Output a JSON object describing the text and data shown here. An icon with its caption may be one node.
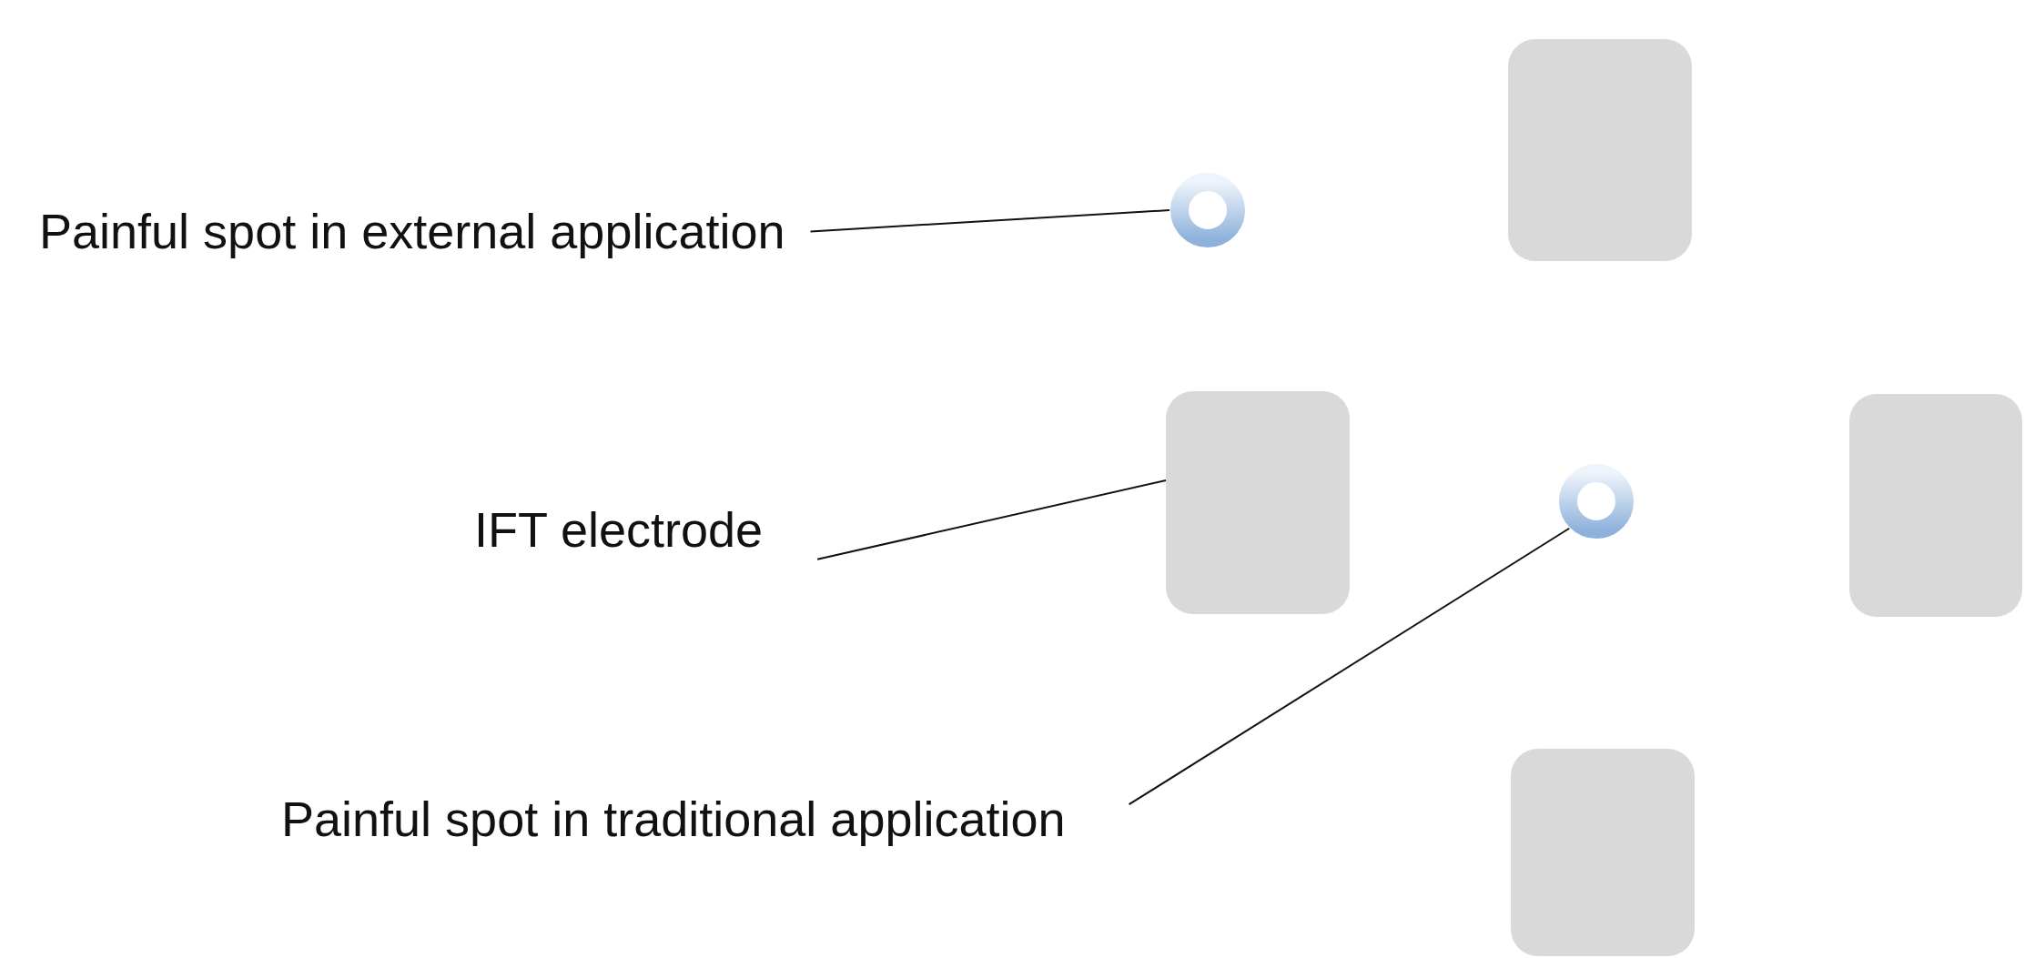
{
  "diagram": {
    "nodes": [
      {
        "text": [
          "Painful spot in external application"
        ]
      },
      {
        "text": [],
        "shape": "circle"
      },
      {
        "text": [],
        "shape": "box"
      },
      {
        "text": [
          "IFT electrode"
        ]
      },
      {
        "text": [],
        "shape": "box"
      },
      {
        "text": [],
        "shape": "circle"
      },
      {
        "text": [],
        "shape": "box"
      },
      {
        "text": [
          "Painful spot in traditional application"
        ]
      },
      {
        "text": [],
        "shape": "box"
      }
    ],
    "edges": [
      {
        "from": 0,
        "to": 1,
        "arrow": "none"
      },
      {
        "from": 3,
        "to": 4,
        "arrow": "none"
      },
      {
        "from": 7,
        "to": 5,
        "arrow": "none"
      }
    ]
  }
}
